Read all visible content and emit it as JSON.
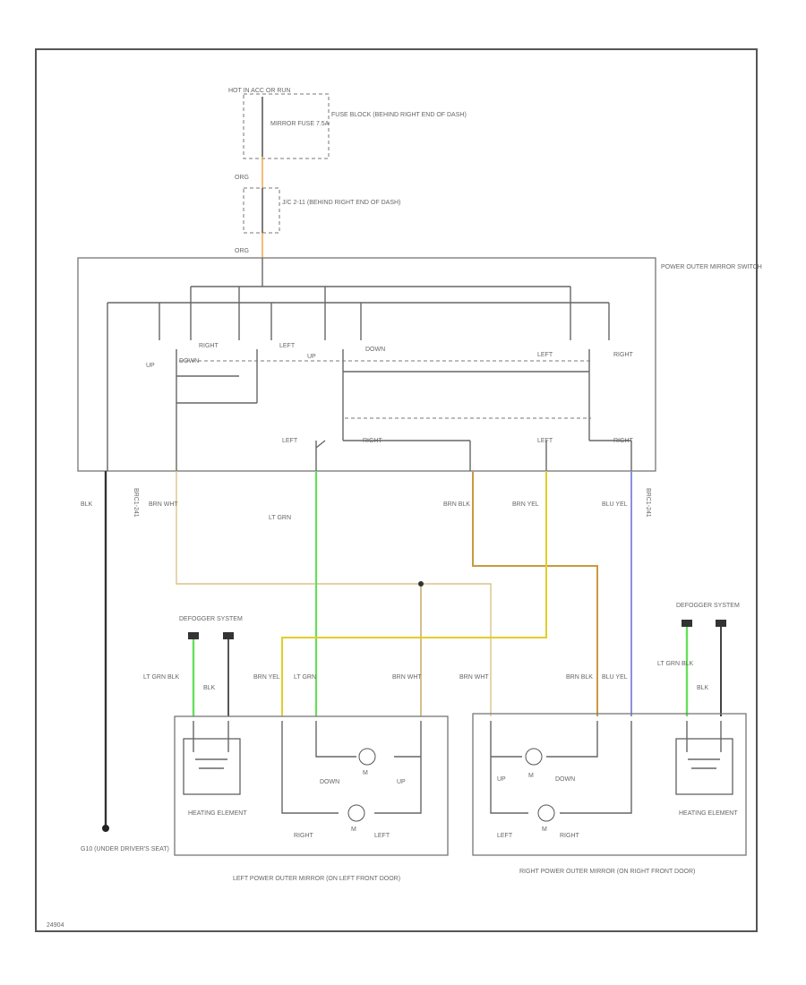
{
  "colors": {
    "wire_default": "#444444",
    "orange": "#f0a040",
    "lt_grn": "#66e05a",
    "brn_wht": "#d8c48a",
    "brn_blk": "#c89a40",
    "brn_yel": "#e2cd2a",
    "blu_yel": "#8c8ee0",
    "tan": "#c6a25a",
    "dark": "#333333"
  },
  "power": {
    "source": "HOT IN ACC OR RUN",
    "fuse_label": "MIRROR FUSE 7.5A",
    "fuse_block": "FUSE BLOCK (BEHIND RIGHT END OF DASH)",
    "wire1": "ORG",
    "connector": "J/C 2-11 (BEHIND RIGHT END OF DASH)",
    "wire2": "ORG"
  },
  "switch": {
    "title": "POWER OUTER MIRROR SWITCH",
    "labels": [
      "UP",
      "DOWN",
      "RIGHT",
      "LEFT",
      "UP",
      "DOWN",
      "LEFT",
      "RIGHT",
      "LEFT",
      "RIGHT",
      "LEFT",
      "RIGHT"
    ]
  },
  "wires": {
    "blk": "BLK",
    "brn_wht": "BRN WHT",
    "lt_grn": "LT GRN",
    "brn_blk": "BRN BLK",
    "brn_yel": "BRN YEL",
    "blu_yel": "BLU YEL",
    "side_left": "BRC1-241",
    "side_right": "BRC1-241"
  },
  "defogger_left": "DEFOGGER SYSTEM",
  "defogger_right": "DEFOGGER SYSTEM",
  "left_mirror": {
    "wires": [
      "LT GRN BLK",
      "BLK",
      "BRN YEL",
      "LT GRN",
      "BRN WHT"
    ],
    "heating": "HEATING ELEMENT",
    "motor_labels": [
      "DOWN",
      "UP",
      "RIGHT",
      "LEFT"
    ],
    "motor_m": "M",
    "title": "LEFT POWER OUTER MIRROR (ON LEFT FRONT DOOR)"
  },
  "right_mirror": {
    "wires": [
      "BRN WHT",
      "BRN BLK",
      "BLU YEL",
      "LT GRN BLK",
      "BLK"
    ],
    "heating": "HEATING ELEMENT",
    "motor_labels": [
      "UP",
      "DOWN",
      "LEFT",
      "RIGHT"
    ],
    "motor_m": "M",
    "title": "RIGHT POWER OUTER MIRROR (ON RIGHT FRONT DOOR)"
  },
  "ground": "G10 (UNDER DRIVER'S SEAT)",
  "footer": "24904"
}
